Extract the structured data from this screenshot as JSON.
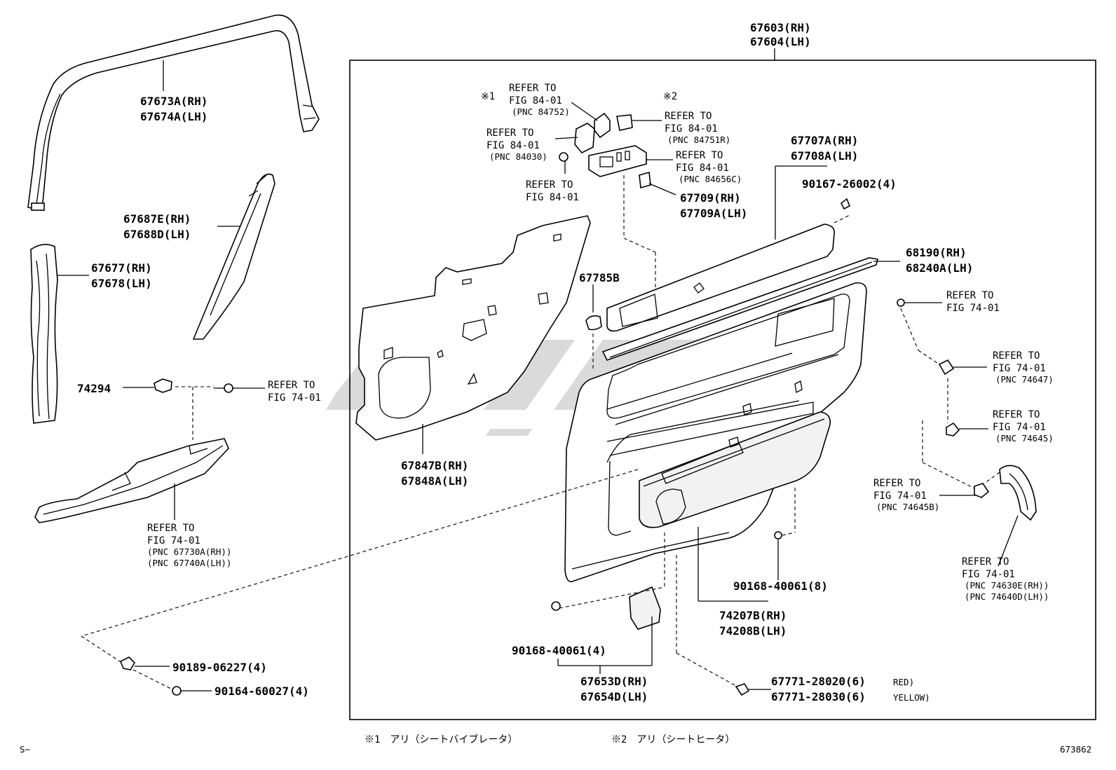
{
  "labels": {
    "main_rh": "67603(RH)",
    "main_lh": "67604(LH)",
    "p67673a": "67673A(RH)",
    "p67674a": "67674A(LH)",
    "p67687e": "67687E(RH)",
    "p67688d": "67688D(LH)",
    "p67677": "67677(RH)",
    "p67678": "67678(LH)",
    "p74294": "74294",
    "p67847b": "67847B(RH)",
    "p67848a": "67848A(LH)",
    "p67785b": "67785B",
    "p67707a": "67707A(RH)",
    "p67708a": "67708A(LH)",
    "p90167": "90167-26002(4)",
    "p67709": "67709(RH)",
    "p67709a": "67709A(LH)",
    "p68190": "68190(RH)",
    "p68240a": "68240A(LH)",
    "p90168_8": "90168-40061(8)",
    "p74207b": "74207B(RH)",
    "p74208b": "74208B(LH)",
    "p90168_4": "90168-40061(4)",
    "p67653d": "67653D(RH)",
    "p67654d": "67654D(LH)",
    "p67771_a": "67771-28020(6)",
    "p67771_a_note": "RED)",
    "p67771_b": "67771-28030(6)",
    "p67771_b_note": "YELLOW)",
    "p90189": "90189-06227(4)",
    "p90164": "90164-60027(4)"
  },
  "refs": {
    "refer_to": "REFER TO",
    "fig_84": "FIG 84-01",
    "fig_74": "FIG 74-01",
    "pnc_84752": "(PNC 84752)",
    "pnc_84030": "(PNC 84030)",
    "pnc_84751r": "(PNC 84751R)",
    "pnc_84656c": "(PNC 84656C)",
    "pnc_74647": "(PNC 74647)",
    "pnc_74645": "(PNC 74645)",
    "pnc_74645b": "(PNC 74645B)",
    "pnc_67730a": "(PNC 67730A(RH))",
    "pnc_67740a": "(PNC 67740A(LH))",
    "pnc_74630e": "(PNC 74630E(RH))",
    "pnc_74640d": "(PNC 74640D(LH))",
    "mark1": "※1",
    "mark2": "※2"
  },
  "footer": {
    "note1": "※1　アリ（シートバイブレータ）",
    "note2": "※2　アリ（シートヒータ）",
    "left_code": "S−",
    "figure_id": "673862"
  }
}
